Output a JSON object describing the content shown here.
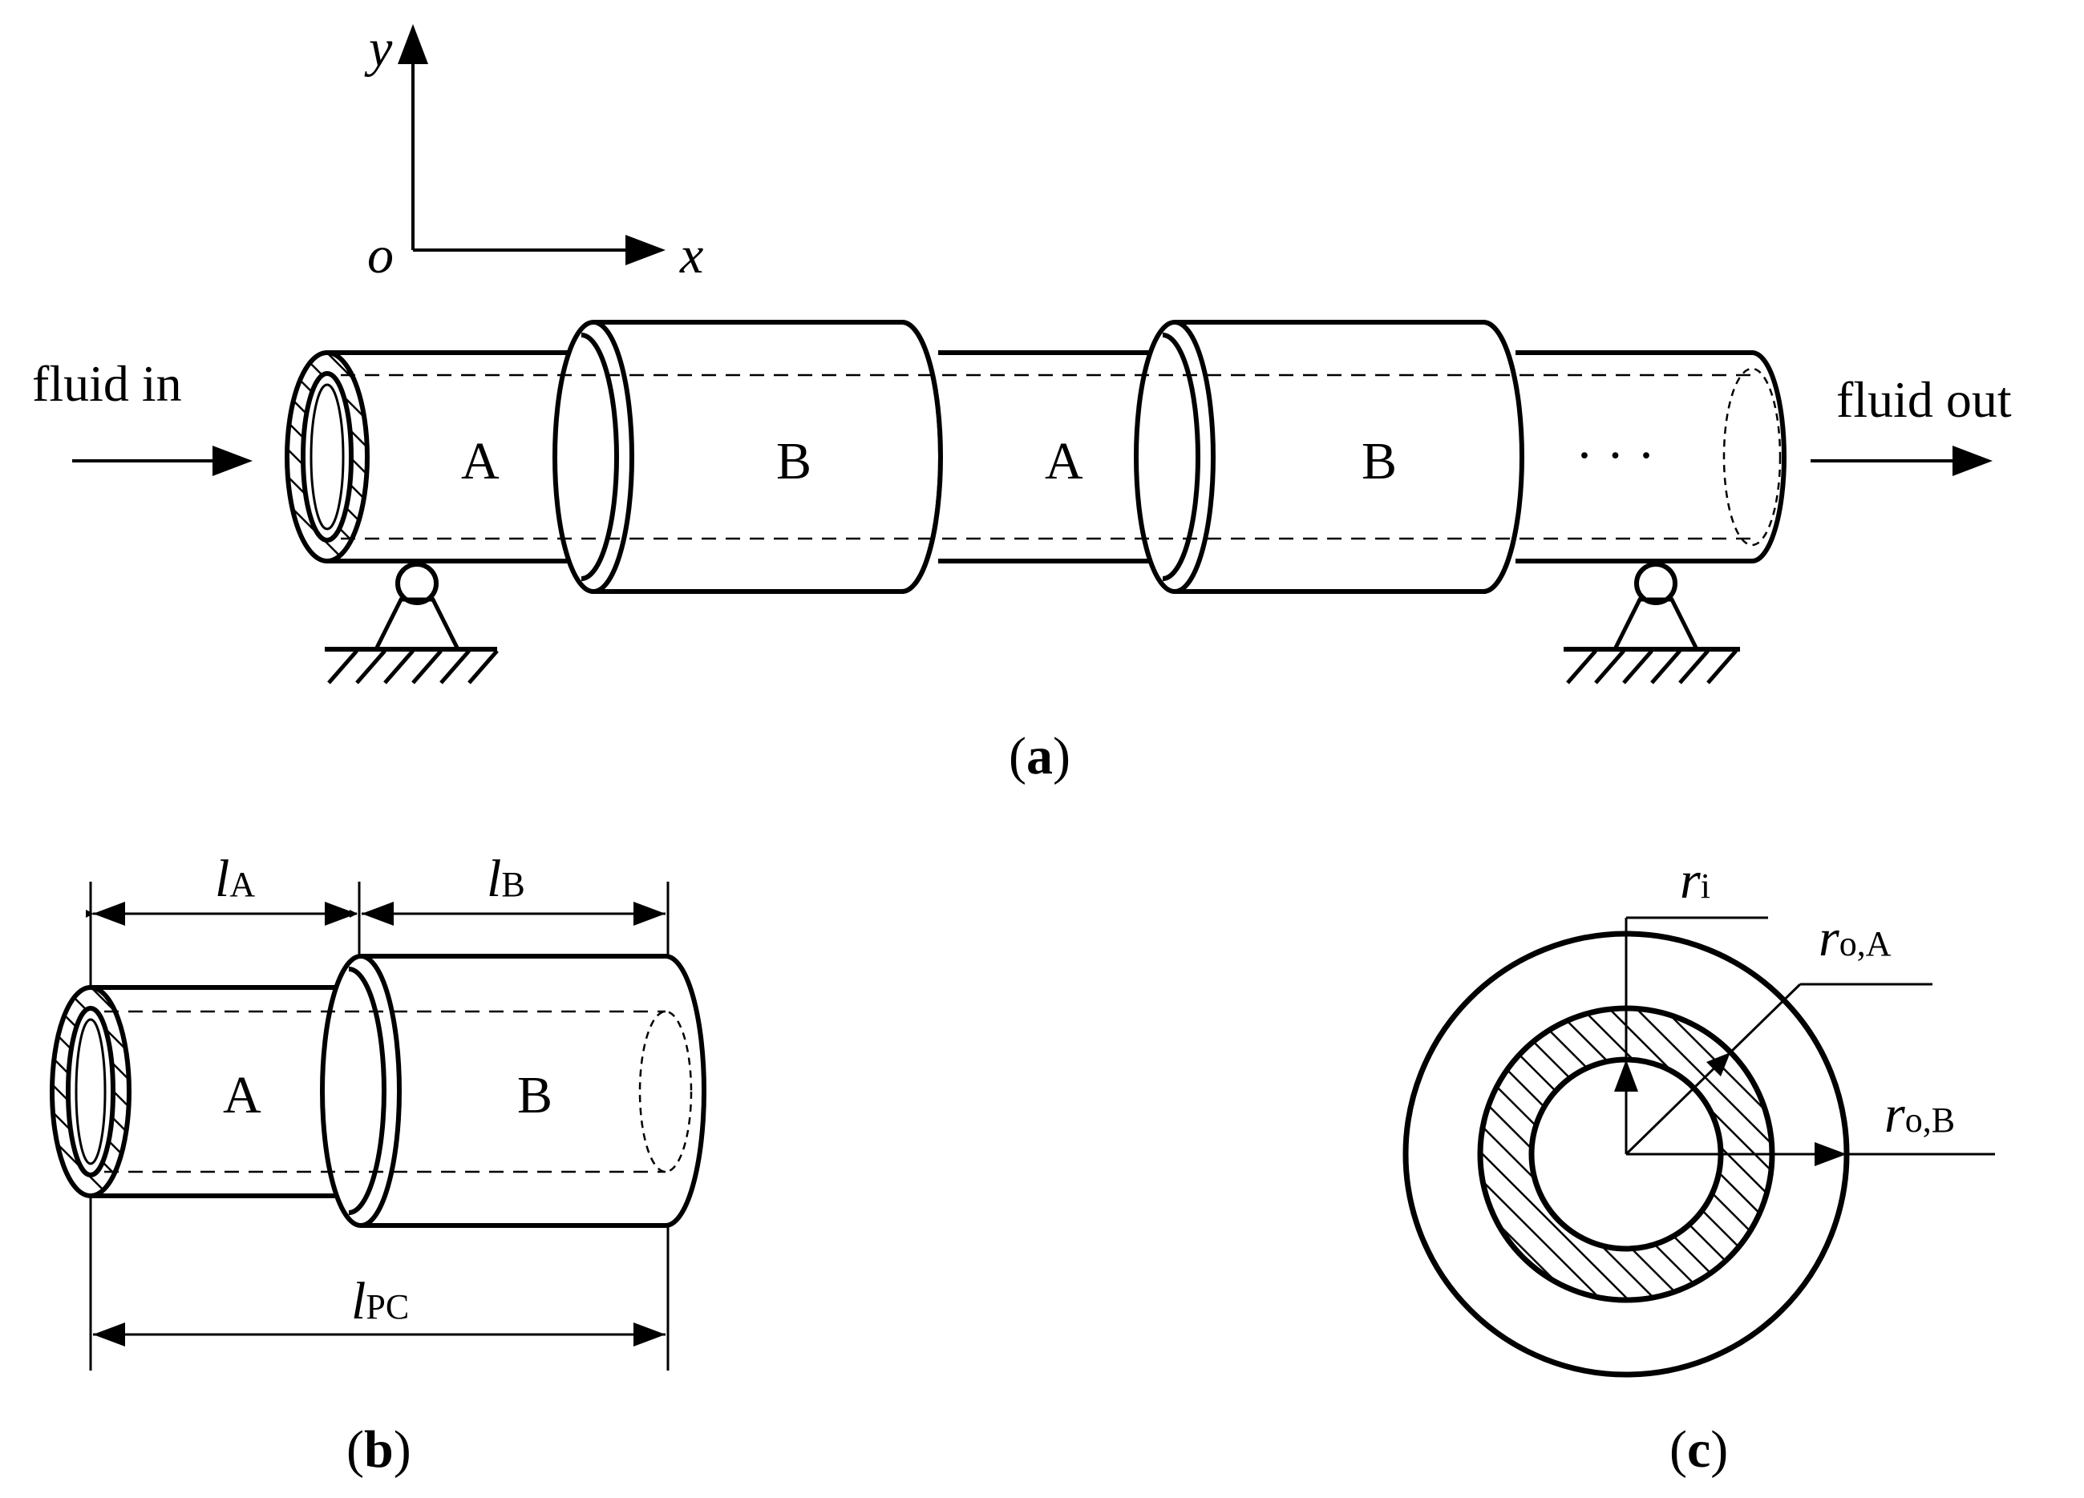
{
  "axes": {
    "y_label": "y",
    "x_label": "x",
    "origin_label": "o"
  },
  "panel_a": {
    "fluid_in": "fluid in",
    "fluid_out": "fluid out",
    "segments": [
      "A",
      "B",
      "A",
      "B"
    ],
    "ellipsis": "· · ·",
    "caption": {
      "open": "(",
      "letter": "a",
      "close": ")"
    }
  },
  "panel_b": {
    "segment_a": "A",
    "segment_b": "B",
    "dim_la": {
      "sym": "l",
      "sub": "A"
    },
    "dim_lb": {
      "sym": "l",
      "sub": "B"
    },
    "dim_lpc": {
      "sym": "l",
      "sub": "PC"
    },
    "caption": {
      "open": "(",
      "letter": "b",
      "close": ")"
    }
  },
  "panel_c": {
    "r_i": {
      "sym": "r",
      "sub": "i"
    },
    "r_oa": {
      "sym": "r",
      "sub": "o,A"
    },
    "r_ob": {
      "sym": "r",
      "sub": "o,B"
    },
    "caption": {
      "open": "(",
      "letter": "c",
      "close": ")"
    }
  }
}
